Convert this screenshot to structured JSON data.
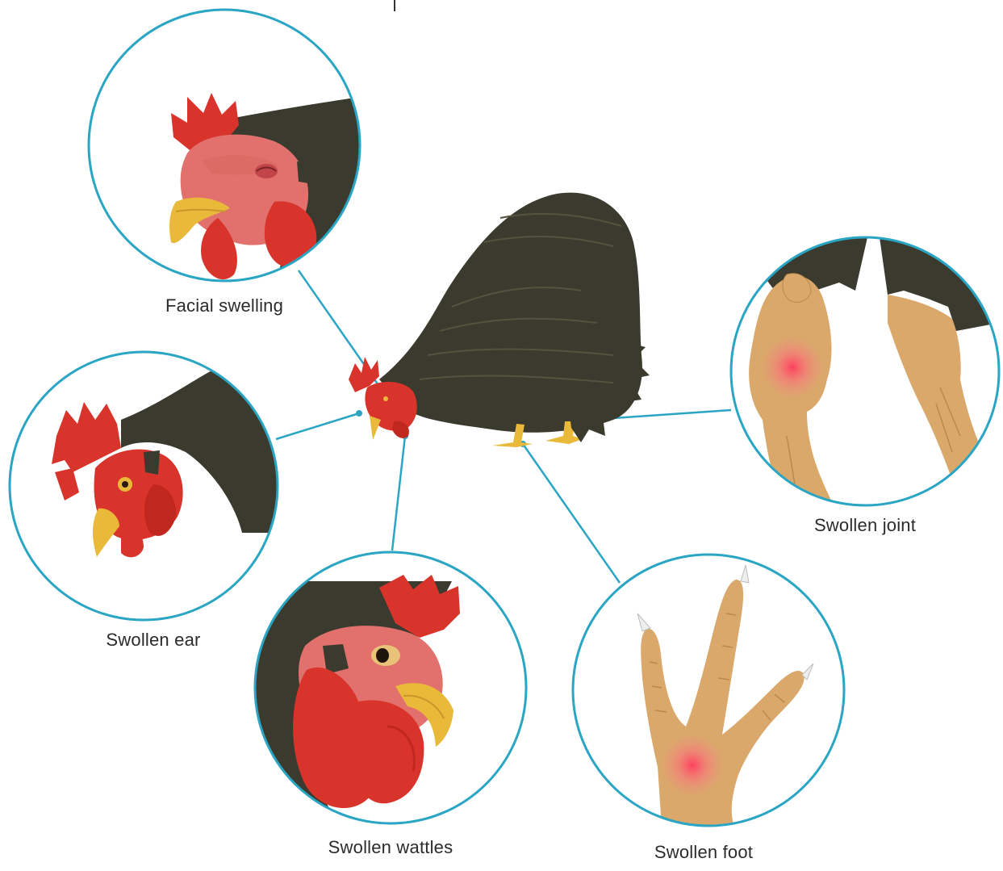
{
  "callouts": [
    {
      "id": "facial-swelling",
      "label": "Facial swelling"
    },
    {
      "id": "swollen-ear",
      "label": "Swollen ear"
    },
    {
      "id": "swollen-wattles",
      "label": "Swollen wattles"
    },
    {
      "id": "swollen-foot",
      "label": "Swollen foot"
    },
    {
      "id": "swollen-joint",
      "label": "Swollen joint"
    }
  ],
  "colors": {
    "ring": "#2aa6c4",
    "feather": "#3b3a2e",
    "comb": "#d9342b",
    "skin_pink": "#e2716d",
    "beak": "#e9b93a",
    "leg": "#d9a86a",
    "inflammation": "#ff3b5c"
  }
}
